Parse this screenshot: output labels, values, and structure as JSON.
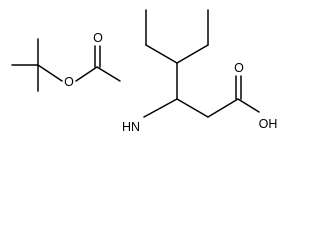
{
  "molecule": {
    "atoms": {
      "ester_oxygen": "O",
      "carbonyl_oxygen": "O",
      "amine_nh": "HN",
      "acid_oxygen": "O",
      "acid_hydroxyl": "OH"
    }
  },
  "colors": {
    "bond": "#000000",
    "label": "#000000",
    "background": "#ffffff"
  }
}
